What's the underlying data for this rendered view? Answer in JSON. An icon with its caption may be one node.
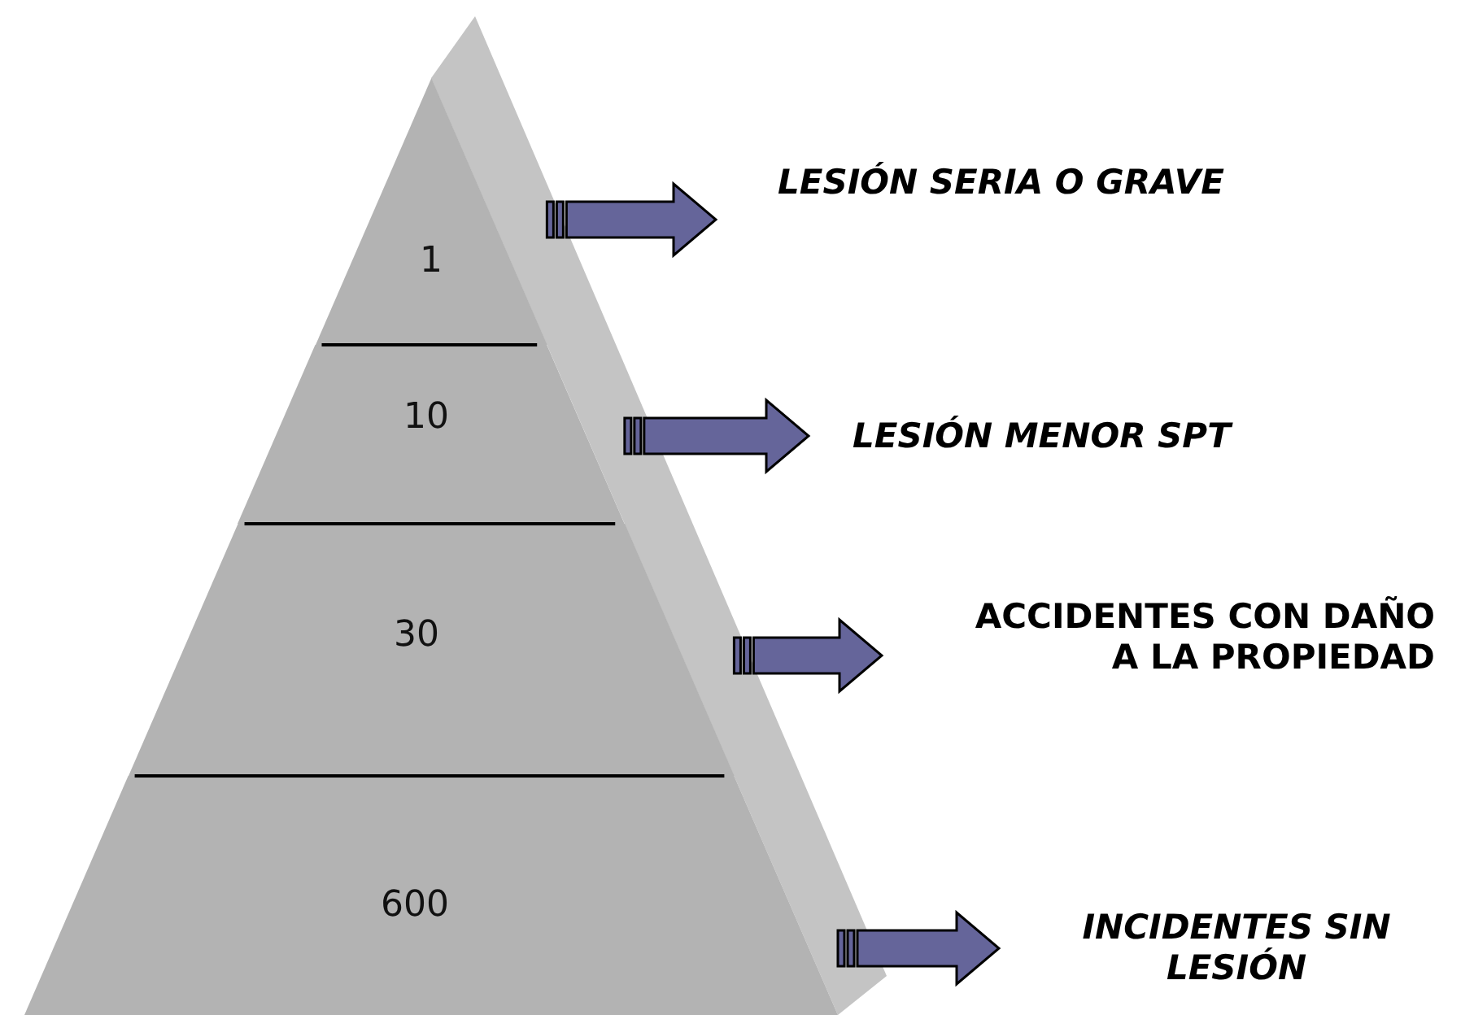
{
  "diagram": {
    "nodes": [
      {
        "text": [
          "1"
        ]
      },
      {
        "text": [
          "10"
        ]
      },
      {
        "text": [
          "30"
        ]
      },
      {
        "text": [
          "600"
        ]
      },
      {
        "text": [
          "LESIÓN SERIA O GRAVE"
        ]
      },
      {
        "text": [
          "LESIÓN MENOR SPT"
        ]
      },
      {
        "text": [
          "ACCIDENTES CON DAÑO A LA PROPIEDAD"
        ]
      },
      {
        "text": [
          "INCIDENTES SIN LESIÓN"
        ]
      }
    ],
    "edges": [
      {
        "from": 0,
        "to": 4,
        "arrow": "to"
      },
      {
        "from": 1,
        "to": 5,
        "arrow": "to"
      },
      {
        "from": 2,
        "to": 6,
        "arrow": "to"
      },
      {
        "from": 3,
        "to": 7,
        "arrow": "to"
      }
    ]
  }
}
